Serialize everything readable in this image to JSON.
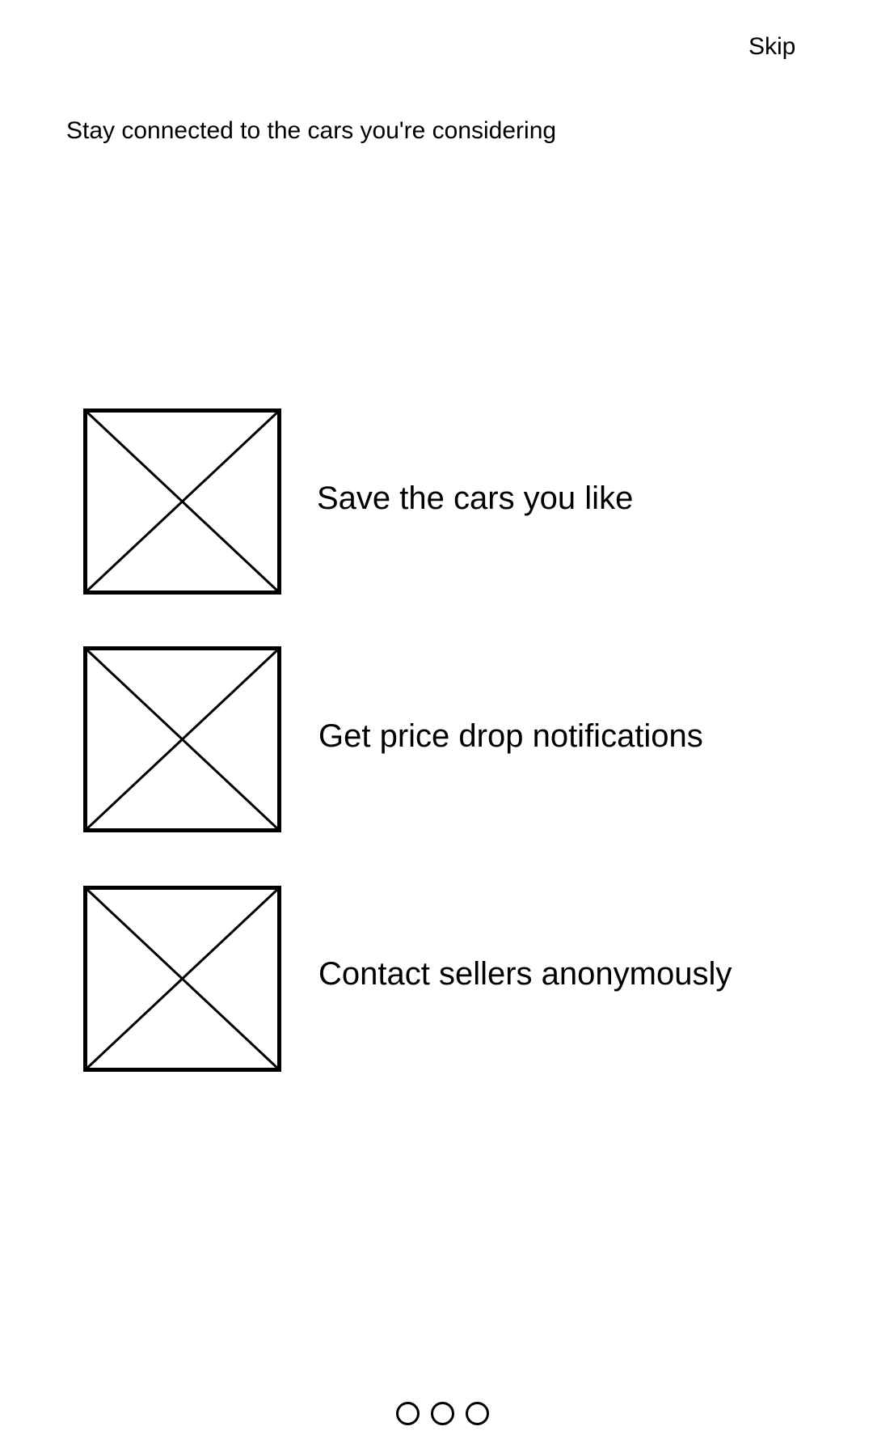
{
  "header": {
    "skip_label": "Skip",
    "title": "Stay connected to the cars you're considering"
  },
  "features": [
    {
      "label": "Save the cars you like",
      "icon": "image-placeholder-icon"
    },
    {
      "label": "Get price drop notifications",
      "icon": "image-placeholder-icon"
    },
    {
      "label": "Contact sellers anonymously",
      "icon": "image-placeholder-icon"
    }
  ],
  "pager": {
    "page_count": 3,
    "icon": "page-indicator-dot-icon"
  },
  "colors": {
    "background": "#ffffff",
    "foreground": "#000000"
  }
}
